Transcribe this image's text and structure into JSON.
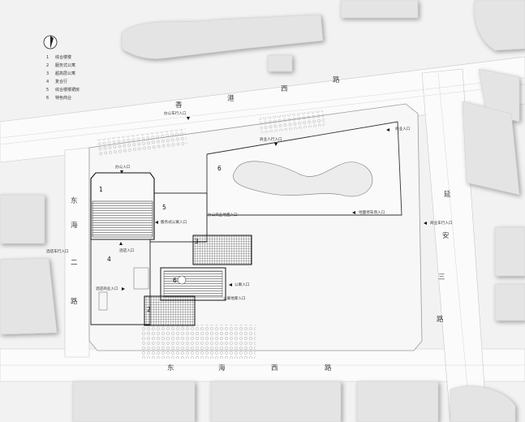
{
  "legend": [
    {
      "num": "1",
      "label": "综合楼楼"
    },
    {
      "num": "2",
      "label": "服务式公寓"
    },
    {
      "num": "3",
      "label": "超高层公寓"
    },
    {
      "num": "4",
      "label": "复合行"
    },
    {
      "num": "5",
      "label": "综合楼楼裙房"
    },
    {
      "num": "6",
      "label": "特色商业"
    }
  ],
  "roads": {
    "north": [
      "香",
      "港",
      "西",
      "路"
    ],
    "south": [
      "东",
      "海",
      "西",
      "路"
    ],
    "east": [
      "延",
      "安",
      "三",
      "路"
    ],
    "west": [
      "东",
      "海",
      "二",
      "路"
    ]
  },
  "entrances": {
    "office_north": "办公车行入口",
    "shop": "商业入口",
    "office_main": "办公入口",
    "retail_east": "商业人行入口",
    "apartment": "服务式公寓入口",
    "office_garage": "办公商业地面入口",
    "parking_north": "地面停车场入口",
    "east_office": "商业车行入口",
    "west_pedestrian": "酒店车行入口",
    "hotel_south": "酒店入口",
    "retail_mid": "酒店商业入口",
    "apartment_south": "公寓入口",
    "apartment_lobby": "公寓地库入口"
  },
  "buildings": {
    "b1": "1",
    "b2": "2",
    "b3": "3",
    "b4": "4",
    "b5": "5",
    "b6_mid": "6",
    "b6_north": "6"
  }
}
